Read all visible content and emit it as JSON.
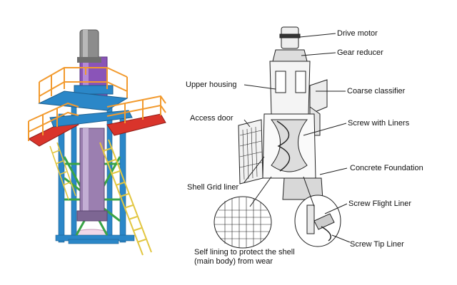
{
  "labels": {
    "drive_motor": "Drive motor",
    "gear_reducer": "Gear reducer",
    "upper_housing": "Upper housing",
    "coarse_classifier": "Coarse classifier",
    "access_door": "Access door",
    "screw_with_liners": "Screw with Liners",
    "concrete_foundation": "Concrete Foundation",
    "shell_grid_liner": "Shell Grid liner",
    "screw_flight_liner": "Screw Flight Liner",
    "screw_tip_liner": "Screw Tip Liner",
    "self_lining_line1": "Self lining to  protect the shell",
    "self_lining_line2": "(main body) from wear"
  },
  "colors": {
    "structure_blue": "#2b87c8",
    "platform_red": "#d9342b",
    "railing_orange": "#f29a2e",
    "motor_gray": "#8c8c8c",
    "housing_purple": "#8a54b8",
    "bracing_green": "#3aa447",
    "ladder_yellow": "#e2c640"
  }
}
